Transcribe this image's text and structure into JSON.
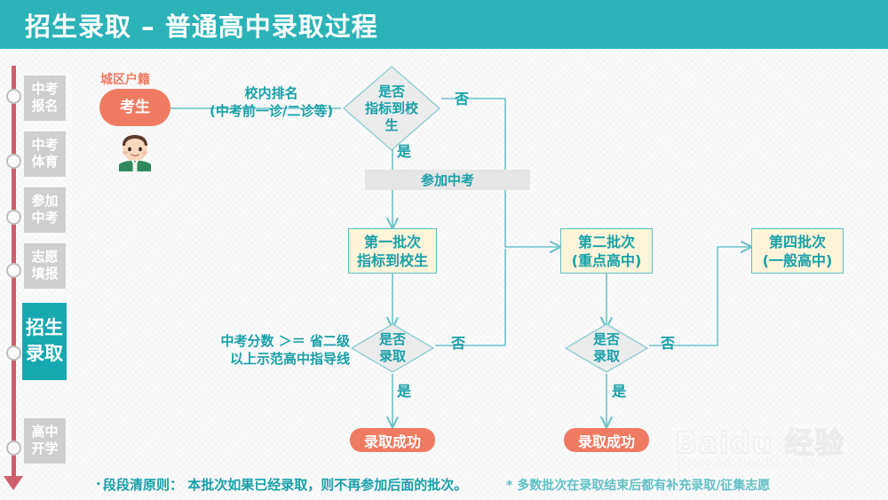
{
  "header": {
    "title": "招生录取 – 普通高中录取过程",
    "bg_color": "#2bb3b8"
  },
  "timeline": {
    "line_color": "#cf5f6b",
    "active_color": "#17a8b0",
    "inactive_color": "#cfcfcf",
    "items": [
      {
        "label": "中考\n报名",
        "line1": "中考",
        "line2": "报名",
        "active": false
      },
      {
        "label": "中考\n体育",
        "line1": "中考",
        "line2": "体育",
        "active": false
      },
      {
        "label": "参加\n中考",
        "line1": "参加",
        "line2": "中考",
        "active": false
      },
      {
        "label": "志愿\n填报",
        "line1": "志愿",
        "line2": "填报",
        "active": false
      },
      {
        "label": "招生\n录取",
        "line1": "招生",
        "line2": "录取",
        "active": true
      },
      {
        "label": "高中\n开学",
        "line1": "高中",
        "line2": "开学",
        "active": false
      }
    ]
  },
  "flow": {
    "student_label": "城区户籍",
    "student_node": "考生",
    "student_avatar_icon": "student-avatar-icon",
    "ranking_note_line1": "校内排名",
    "ranking_note_line2": "(中考前一诊/二诊等)",
    "decision1_line1": "是否",
    "decision1_line2": "指标到校",
    "decision1_line3": "生",
    "decision1_no": "否",
    "decision1_yes": "是",
    "exam_bar": "参加中考",
    "batch1_line1": "第一批次",
    "batch1_line2": "指标到校生",
    "batch2_line1": "第二批次",
    "batch2_line2": "(重点高中)",
    "batch4_line1": "第四批次",
    "batch4_line2": "(一般高中)",
    "score_note_line1": "中考分数 ＞＝ 省二级",
    "score_note_line2": "以上示范高中指导线",
    "decision2_line1": "是否",
    "decision2_line2": "录取",
    "decision2_no": "否",
    "decision2_yes": "是",
    "decision3_line1": "是否",
    "decision3_line2": "录取",
    "decision3_no": "否",
    "decision3_yes": "是",
    "success1": "录取成功",
    "success2": "录取成功",
    "colors": {
      "teal": "#17a0a8",
      "coral": "#ef7b62",
      "batch_fill": "#fdf4d9",
      "batch_border": "#5fbfc4",
      "bar_fill": "#e6e6e6",
      "wire": "#6cc3c9"
    }
  },
  "footer": {
    "bullet": "·",
    "main": "段段清原则：  本批次如果已经录取，则不再参加后面的批次。",
    "sub": "* 多数批次在录取结束后都有补充录取/征集志愿"
  },
  "watermark": {
    "main": "Baidu 经验",
    "sub": "jingyan.baidu.com"
  }
}
